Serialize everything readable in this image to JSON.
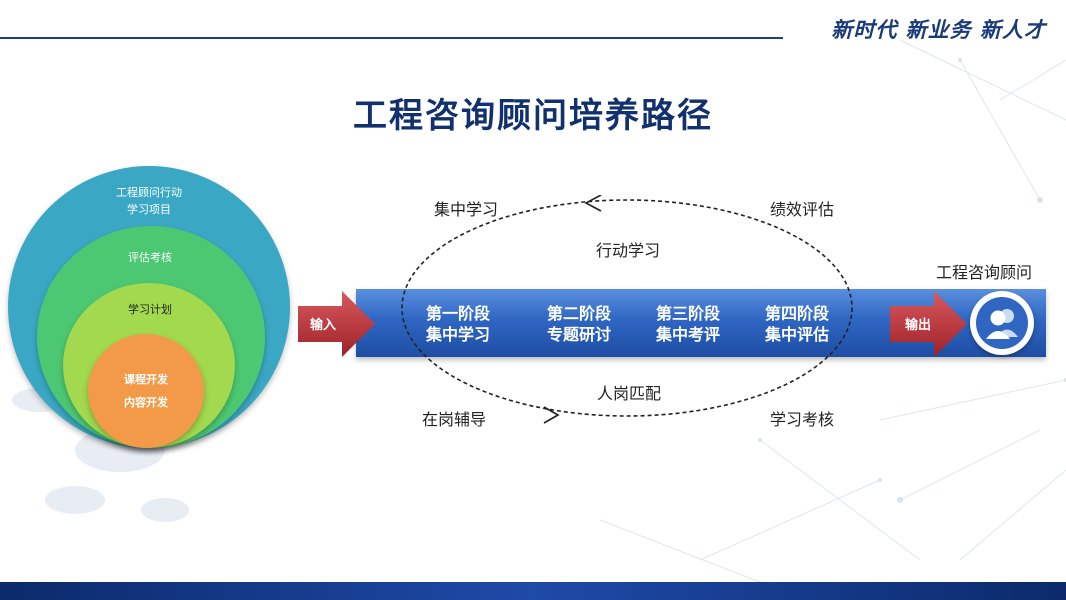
{
  "header": {
    "slogan": "新时代 新业务 新人才",
    "title": "工程咨询顾问培养路径"
  },
  "circles": {
    "outer": "工程顾问行动\n学习项目",
    "second": "评估考核",
    "third": "学习计划",
    "inner_line1": "课程开发",
    "inner_line2": "内容开发"
  },
  "flow": {
    "input_label": "输入",
    "output_label": "输出",
    "output_title": "工程咨询顾问",
    "stages": [
      {
        "line1": "第一阶段",
        "line2": "集中学习"
      },
      {
        "line1": "第二阶段",
        "line2": "专题研讨"
      },
      {
        "line1": "第三阶段",
        "line2": "集中考评"
      },
      {
        "line1": "第四阶段",
        "line2": "集中评估"
      }
    ]
  },
  "cycle": {
    "top_left": "集中学习",
    "top_right": "绩效评估",
    "top_center": "行动学习",
    "bottom_center": "人岗匹配",
    "bottom_left": "在岗辅导",
    "bottom_right": "学习考核"
  },
  "colors": {
    "brand_blue": "#1a3a7a",
    "circle_outer": "#3aa8c4",
    "circle_second": "#4cc873",
    "circle_third": "#a2d94e",
    "circle_inner": "#f39a48",
    "band_blue": "#2f66c2",
    "arrow_red": "#b8343c"
  },
  "icons": {
    "user_group": "two-person-silhouette-icon"
  }
}
